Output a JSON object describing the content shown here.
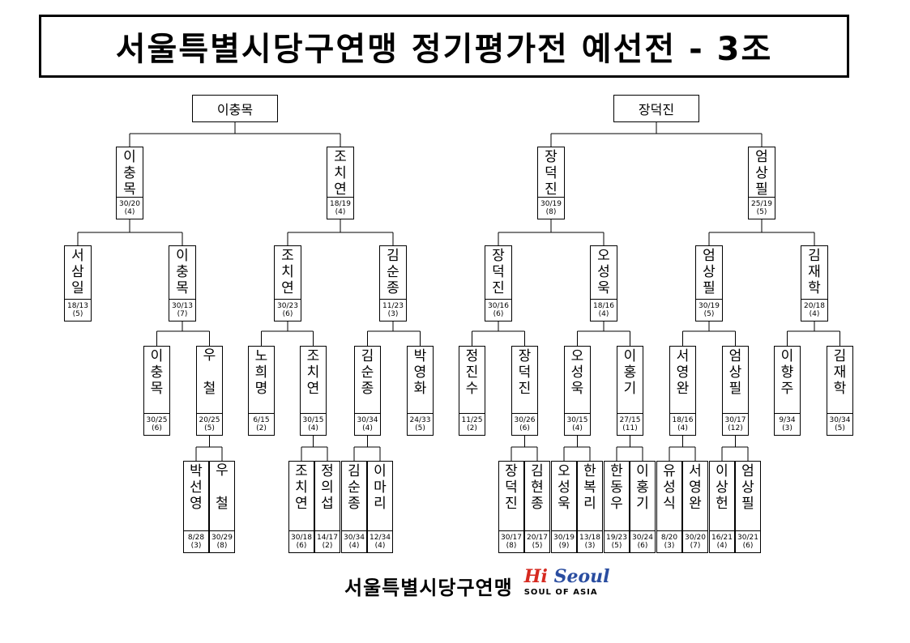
{
  "title": "서울특별시당구연맹 정기평가전 예선전 - 3조",
  "footer": {
    "org": "서울특별시당구연맹",
    "logo_hi": "Hi",
    "logo_seoul": "Seoul",
    "logo_sub": "SOUL OF ASIA"
  },
  "colors": {
    "logo_hi": "#d62a20",
    "logo_seoul": "#2a4da0"
  },
  "bracket": {
    "winners": [
      "이충목",
      "장덕진"
    ],
    "nodes": [
      {
        "name": "이충목",
        "score": "30/20",
        "rank": "(4)"
      },
      {
        "name": "조치연",
        "score": "18/19",
        "rank": "(4)"
      },
      {
        "name": "장덕진",
        "score": "30/19",
        "rank": "(8)"
      },
      {
        "name": "엄상필",
        "score": "25/19",
        "rank": "(5)"
      },
      {
        "name": "서삼일",
        "score": "18/13",
        "rank": "(5)"
      },
      {
        "name": "이충목",
        "score": "30/13",
        "rank": "(7)"
      },
      {
        "name": "조치연",
        "score": "30/23",
        "rank": "(6)"
      },
      {
        "name": "김순종",
        "score": "11/23",
        "rank": "(3)"
      },
      {
        "name": "장덕진",
        "score": "30/16",
        "rank": "(6)"
      },
      {
        "name": "오성욱",
        "score": "18/16",
        "rank": "(4)"
      },
      {
        "name": "엄상필",
        "score": "30/19",
        "rank": "(5)"
      },
      {
        "name": "김재학",
        "score": "20/18",
        "rank": "(4)"
      },
      {
        "name": "이충목",
        "score": "30/25",
        "rank": "(6)"
      },
      {
        "name": "우 철",
        "score": "20/25",
        "rank": "(5)"
      },
      {
        "name": "노희명",
        "score": "6/15",
        "rank": "(2)"
      },
      {
        "name": "조치연",
        "score": "30/15",
        "rank": "(4)"
      },
      {
        "name": "김순종",
        "score": "30/34",
        "rank": "(4)"
      },
      {
        "name": "박영화",
        "score": "24/33",
        "rank": "(5)"
      },
      {
        "name": "정진수",
        "score": "11/25",
        "rank": "(2)"
      },
      {
        "name": "장덕진",
        "score": "30/26",
        "rank": "(6)"
      },
      {
        "name": "오성욱",
        "score": "30/15",
        "rank": "(4)"
      },
      {
        "name": "이홍기",
        "score": "27/15",
        "rank": "(11)"
      },
      {
        "name": "서영완",
        "score": "18/16",
        "rank": "(4)"
      },
      {
        "name": "엄상필",
        "score": "30/17",
        "rank": "(12)"
      },
      {
        "name": "이향주",
        "score": "9/34",
        "rank": "(3)"
      },
      {
        "name": "김재학",
        "score": "30/34",
        "rank": "(5)"
      },
      {
        "name": "박선영",
        "score": "8/28",
        "rank": "(3)"
      },
      {
        "name": "우 철",
        "score": "30/29",
        "rank": "(8)"
      },
      {
        "name": "조치연",
        "score": "30/18",
        "rank": "(6)"
      },
      {
        "name": "정의섭",
        "score": "14/17",
        "rank": "(2)"
      },
      {
        "name": "김순종",
        "score": "30/34",
        "rank": "(4)"
      },
      {
        "name": "이마리",
        "score": "12/34",
        "rank": "(4)"
      },
      {
        "name": "장덕진",
        "score": "30/17",
        "rank": "(8)"
      },
      {
        "name": "김현종",
        "score": "20/17",
        "rank": "(5)"
      },
      {
        "name": "오성욱",
        "score": "30/19",
        "rank": "(9)"
      },
      {
        "name": "한복리",
        "score": "13/18",
        "rank": "(3)"
      },
      {
        "name": "한동우",
        "score": "19/23",
        "rank": "(5)"
      },
      {
        "name": "이홍기",
        "score": "30/24",
        "rank": "(6)"
      },
      {
        "name": "유성식",
        "score": "8/20",
        "rank": "(3)"
      },
      {
        "name": "서영완",
        "score": "30/20",
        "rank": "(7)"
      },
      {
        "name": "이상헌",
        "score": "16/21",
        "rank": "(4)"
      },
      {
        "name": "엄상필",
        "score": "30/21",
        "rank": "(6)"
      }
    ]
  }
}
